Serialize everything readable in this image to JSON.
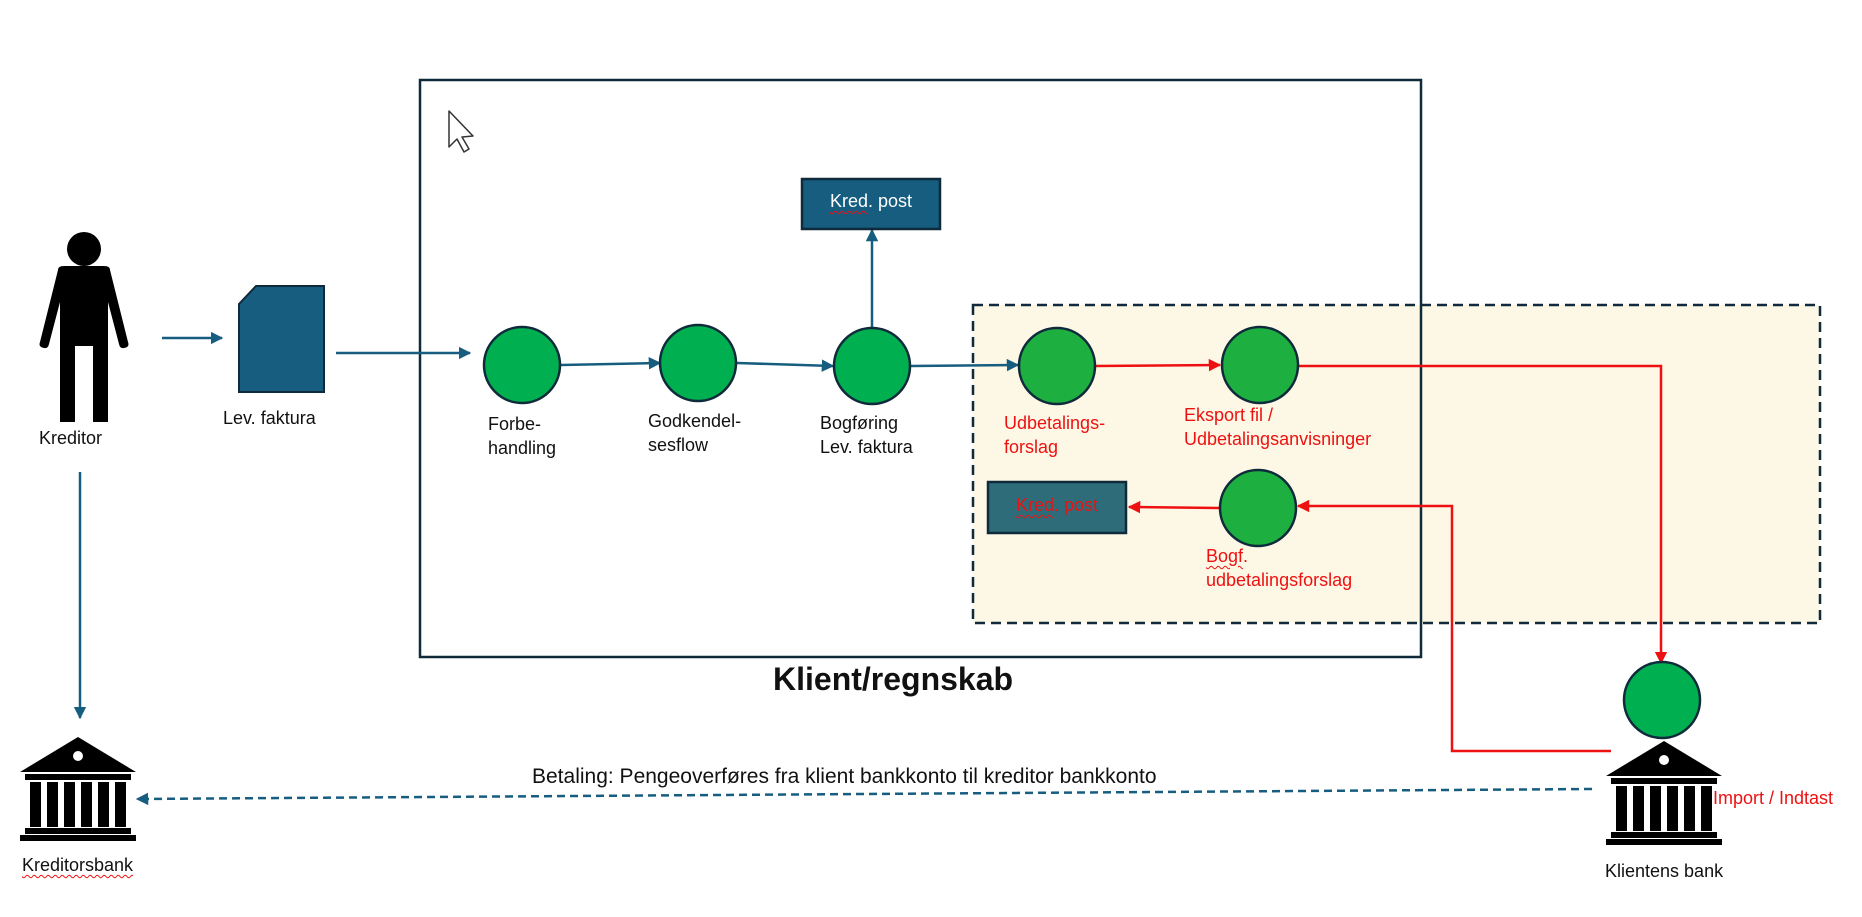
{
  "colors": {
    "blue": "#175d80",
    "teal_box": "#2f6c7a",
    "green": "#00b050",
    "green2": "#1db040",
    "red": "#ee1111",
    "cream": "#fdf8e6",
    "dark": "#0f2a3a"
  },
  "actors": {
    "kreditor": "Kreditor",
    "invoice": "Lev. faktura",
    "kreditorsbank": "Kreditorsbank",
    "klientens_bank": "Klientens bank"
  },
  "client_area": {
    "title": "Klient/regnskab"
  },
  "steps": [
    {
      "line1": "Forbe-",
      "line2": "handling"
    },
    {
      "line1": "Godkendel-",
      "line2": "sesflow"
    },
    {
      "line1": "Bogføring",
      "line2": "Lev. faktura"
    }
  ],
  "kred_post_top": {
    "underlined": "Kred",
    "rest": ". post"
  },
  "payment_steps": [
    {
      "line1": "Udbetalings-",
      "line2": "forslag"
    },
    {
      "line1": "Eksport fil /",
      "line2": "Udbetalingsanvisninger"
    },
    {
      "line1_underlined": "Bogf",
      "line1_rest": ".",
      "line2": "udbetalingsforslag"
    }
  ],
  "kred_post_bottom": {
    "underlined": "Kred",
    "rest": ". post"
  },
  "import_label": "Import / Indtast",
  "payment_text": "Betaling: Pengeoverføres fra klient bankkonto til kreditor bankkonto",
  "icons": [
    "cursor-icon",
    "person-icon",
    "document-icon",
    "bank-icon"
  ]
}
